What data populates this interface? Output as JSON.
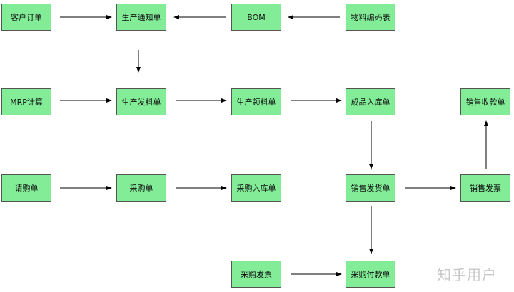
{
  "nodes": {
    "customer_order": "客户订单",
    "production_notice": "生产通知单",
    "bom": "BOM",
    "material_code_table": "物料编码表",
    "mrp_calc": "MRP计算",
    "production_issue": "生产发料单",
    "production_requisition": "生产领料单",
    "finished_goods_receipt": "成品入库单",
    "sales_receipt": "销售收款单",
    "purchase_request": "请购单",
    "purchase": "采购单",
    "purchase_receipt": "采购入库单",
    "sales_delivery": "销售发货单",
    "sales_invoice": "销售发票",
    "purchase_invoice": "采购发票",
    "purchase_payment": "采购付款单"
  },
  "watermark": "知乎用户",
  "colors": {
    "node_fill": "#82ec97",
    "node_border": "#555555",
    "edge": "#000000",
    "watermark": "#c9c9c9"
  }
}
